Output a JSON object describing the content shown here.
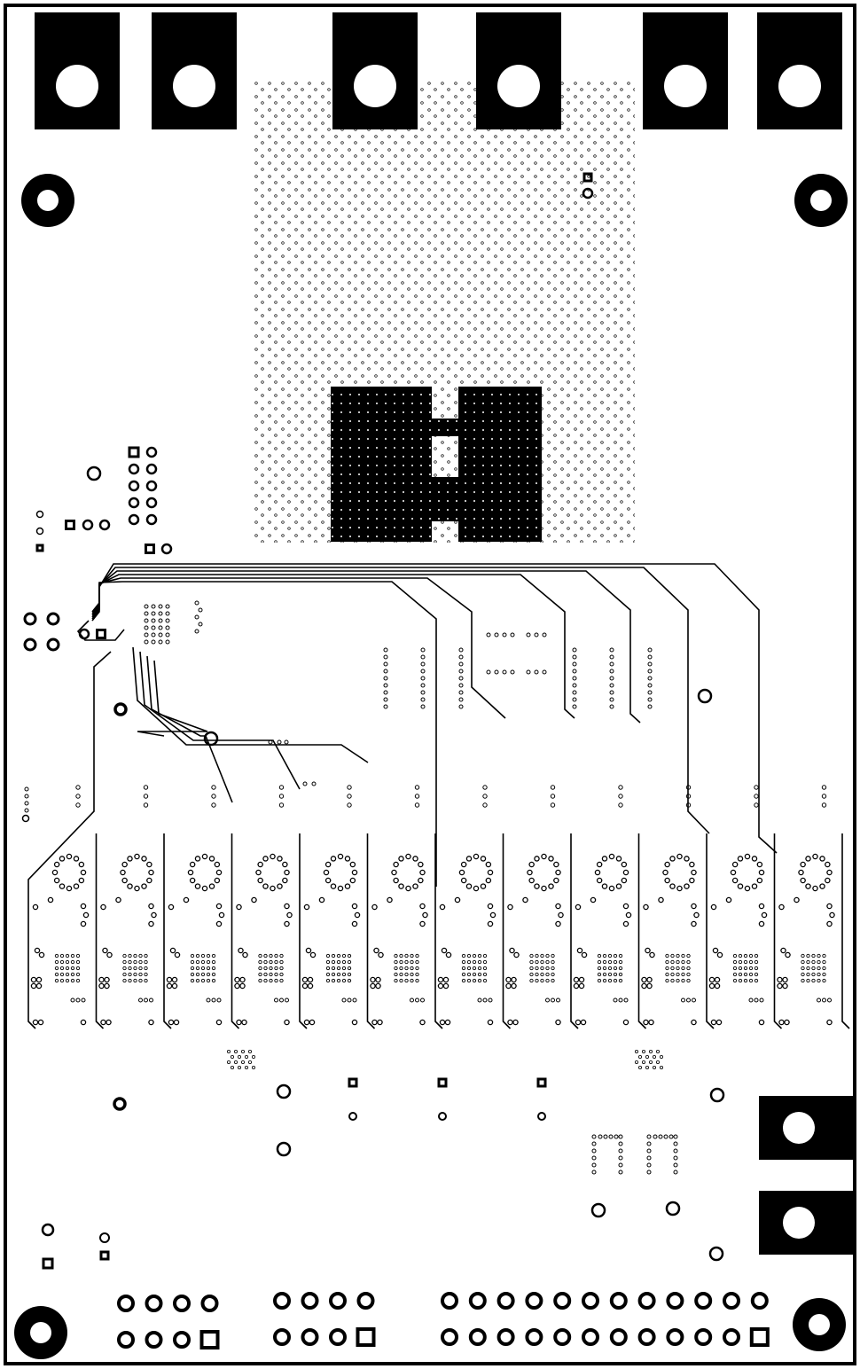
{
  "view": {
    "layer": "pcb-copper-layer",
    "colors": {
      "background": "#ffffff",
      "copper": "#000000",
      "drill": "#ffffff"
    }
  },
  "board": {
    "top_terminals": 6,
    "mounting_holes": 4,
    "right_terminals": 2,
    "channel_cells": 12,
    "signal_traces": 12,
    "header_left_pins": 8,
    "header_middle_pins": 8,
    "header_right_pins": 24,
    "square_pad_markers": 3
  }
}
